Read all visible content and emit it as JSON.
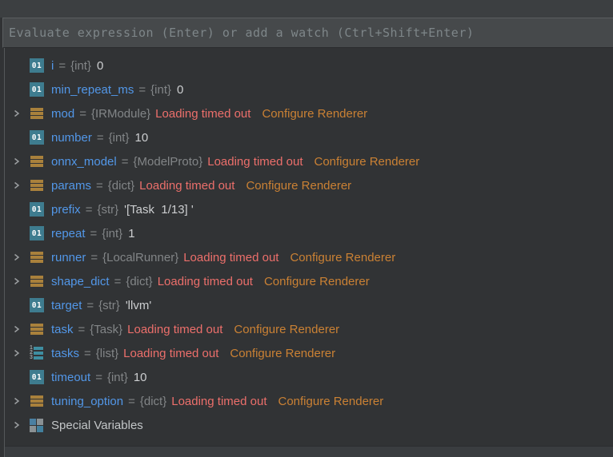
{
  "watch_bar": {
    "placeholder": "Evaluate expression (Enter) or add a watch (Ctrl+Shift+Enter)"
  },
  "ui": {
    "equals_sign": "=",
    "error_label": "Loading timed out",
    "link_label": "Configure Renderer"
  },
  "colors": {
    "panel_bg": "#313335",
    "watch_bar_bg": "#46494b",
    "variable_name": "#5297e8",
    "type_text": "#828587",
    "value_text": "#ccced0",
    "error_text": "#ec6f6b",
    "link_text": "#ca8134",
    "primitive_icon_teal": "#3e7c8f",
    "object_icon_gold": "#a9813c",
    "list_icon_teal": "#3e8ea1"
  },
  "icons": {
    "primitive": "01-primitive-badge",
    "object": "object-stack-icon",
    "list": "numbered-list-icon",
    "special": "special-variables-grid-icon",
    "chevron": "expand-chevron-icon"
  },
  "variables": [
    {
      "name": "i",
      "type": "{int}",
      "value": "0",
      "icon": "primitive",
      "expandable": false
    },
    {
      "name": "min_repeat_ms",
      "type": "{int}",
      "value": "0",
      "icon": "primitive",
      "expandable": false
    },
    {
      "name": "mod",
      "type": "{IRModule}",
      "error": "Loading timed out",
      "link": "Configure Renderer",
      "icon": "object",
      "expandable": true
    },
    {
      "name": "number",
      "type": "{int}",
      "value": "10",
      "icon": "primitive",
      "expandable": false
    },
    {
      "name": "onnx_model",
      "type": "{ModelProto}",
      "error": "Loading timed out",
      "link": "Configure Renderer",
      "icon": "object",
      "expandable": true
    },
    {
      "name": "params",
      "type": "{dict}",
      "error": "Loading timed out",
      "link": "Configure Renderer",
      "icon": "object",
      "expandable": true
    },
    {
      "name": "prefix",
      "type": "{str}",
      "value": "'[Task  1/13] '",
      "icon": "primitive",
      "expandable": false
    },
    {
      "name": "repeat",
      "type": "{int}",
      "value": "1",
      "icon": "primitive",
      "expandable": false
    },
    {
      "name": "runner",
      "type": "{LocalRunner}",
      "error": "Loading timed out",
      "link": "Configure Renderer",
      "icon": "object",
      "expandable": true
    },
    {
      "name": "shape_dict",
      "type": "{dict}",
      "error": "Loading timed out",
      "link": "Configure Renderer",
      "icon": "object",
      "expandable": true
    },
    {
      "name": "target",
      "type": "{str}",
      "value": "'llvm'",
      "icon": "primitive",
      "expandable": false
    },
    {
      "name": "task",
      "type": "{Task}",
      "error": "Loading timed out",
      "link": "Configure Renderer",
      "icon": "object",
      "expandable": true
    },
    {
      "name": "tasks",
      "type": "{list}",
      "error": "Loading timed out",
      "link": "Configure Renderer",
      "icon": "list",
      "expandable": true
    },
    {
      "name": "timeout",
      "type": "{int}",
      "value": "10",
      "icon": "primitive",
      "expandable": false
    },
    {
      "name": "tuning_option",
      "type": "{dict}",
      "error": "Loading timed out",
      "link": "Configure Renderer",
      "icon": "object",
      "expandable": true
    },
    {
      "name": "Special Variables",
      "icon": "special",
      "expandable": true,
      "is_group": true
    }
  ]
}
